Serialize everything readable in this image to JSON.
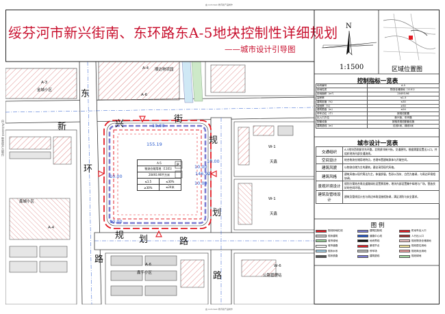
{
  "header": {
    "title": "绥芬河市新兴街南、东环路东A-5地块控制性详细规划",
    "subtitle": "——城市设计引导图",
    "top_note": "由 Autodesk 教育版产品制作",
    "side_note": "由 Autodesk 教育版产品制作",
    "bottom_note": "由 Autodesk 教育版产品制作"
  },
  "compass": {
    "north_label": "N",
    "scale": "1:1500",
    "icon": "north-arrow-icon"
  },
  "location_map": {
    "label": "区域位置图"
  },
  "indicator_table": {
    "title": "控制指标一览表",
    "rows": [
      {
        "label": "地块编号",
        "value": "A-5"
      },
      {
        "label": "用地性质",
        "value": "物流仓储用地（1101）"
      },
      {
        "label": "用地面积（m²）",
        "value": "20493.96"
      },
      {
        "label": "容积率",
        "value": "≤1.5"
      },
      {
        "label": "建筑密度（%）",
        "value": "≤30"
      },
      {
        "label": "绿地率（%）",
        "value": "≥30"
      },
      {
        "label": "建筑限高（m）",
        "value": "≤24"
      },
      {
        "label": "停车泊位（个）",
        "value": "按规范配置"
      },
      {
        "label": "出入口方位",
        "value": "新兴街、东环路"
      },
      {
        "label": "配套设施",
        "value": "按相关规范配套设施"
      },
      {
        "label": "建筑退线（m）",
        "value": "红线5米、绿线5米"
      }
    ]
  },
  "guide_table": {
    "title": "城市设计一览表",
    "rows": [
      {
        "label": "交通组织",
        "text": "A-5地块西侧紧邻东环路，北侧紧邻新兴街，交通便利。根据需要设置出入口，并组织地块内部交通流线。"
      },
      {
        "label": "空间设计",
        "text": "结合物流仓储用地特点，合理布置建筑群体与开敞空间。"
      },
      {
        "label": "建筑风貌",
        "text": "以物流仓储为主的建筑，建议采用现代风格。"
      },
      {
        "label": "建筑风格",
        "text": "建筑风格以现代简洁为主，体量舒展，色彩以浅灰、白色为基调，与周边环境相协调。"
      },
      {
        "label": "景观环境设计",
        "text": "规划方案结合周边道路绿化设置景观带，地块内部设置集中绿地与广场，营造良好的空间环境。"
      },
      {
        "label": "建筑及管线设计",
        "text": "建筑及管线设计应与周边市政设施相协调，满足消防与安全要求。"
      }
    ]
  },
  "legend": {
    "title": "图 例",
    "items": [
      {
        "label": "规划用地红线",
        "swatch": "#e31b23"
      },
      {
        "label": "建筑控制线",
        "swatch": "#7a7ad0"
      },
      {
        "label": "机动车出入口",
        "swatch": "#e31b23"
      },
      {
        "label": "现状建筑",
        "swatch": "#cfcfcf"
      },
      {
        "label": "道路中心线",
        "swatch": "#2255cc"
      },
      {
        "label": "人行出入口",
        "swatch": "#a03030"
      },
      {
        "label": "城市绿地",
        "swatch": "#9ed39e"
      },
      {
        "label": "地块界线",
        "swatch": "#111111"
      },
      {
        "label": "规划物流仓储用地",
        "swatch": "#f0c8c8"
      },
      {
        "label": "城市道路",
        "swatch": "#ffffff"
      },
      {
        "label": "景观节点",
        "swatch": "#e31b23"
      },
      {
        "label": "规划居住用地",
        "swatch": "#f5e8a0"
      },
      {
        "label": "现状水系",
        "swatch": "#a8d8f0"
      },
      {
        "label": "停车场",
        "swatch": "#bbbbbb"
      },
      {
        "label": "规划商业用地",
        "swatch": "#f0a0a0"
      },
      {
        "label": "现状铁路",
        "swatch": "#555555"
      },
      {
        "label": "建筑退线",
        "swatch": "#7a7ad0"
      },
      {
        "label": "规划绿地",
        "swatch": "#9ed39e"
      }
    ]
  },
  "map": {
    "streets": {
      "xinxing": [
        "新",
        "兴",
        "街"
      ],
      "donghuan": [
        "东",
        "环",
        "路"
      ],
      "guihua": [
        "规",
        "划",
        "路"
      ],
      "guihua_bottom": [
        "规",
        "划",
        "路"
      ]
    },
    "parcel_labels": [
      {
        "id": "a3",
        "text": "A-3"
      },
      {
        "id": "a3-name",
        "text": "金城小区"
      },
      {
        "id": "a4-top",
        "text": "A-4"
      },
      {
        "id": "a4-top-name",
        "text": "顺达物流园"
      },
      {
        "id": "a6",
        "text": "A-6"
      },
      {
        "id": "w1",
        "text": "W-1"
      },
      {
        "id": "w1-name",
        "text": "天鑫"
      },
      {
        "id": "w1b",
        "text": "W-1"
      },
      {
        "id": "w1b-name",
        "text": "天鑫"
      },
      {
        "id": "a4",
        "text": "A-4"
      },
      {
        "id": "xincheng",
        "text": "鑫城小区"
      },
      {
        "id": "a6b",
        "text": "A-6"
      },
      {
        "id": "xinyu",
        "text": "鑫宇小区"
      },
      {
        "id": "w6",
        "text": "W-6"
      },
      {
        "id": "gonglu",
        "text": "公路管理站"
      }
    ],
    "centerline_labels": [
      "155.19",
      "10.00",
      "10.00",
      "10.00",
      "10.00",
      "10.00",
      "146.92",
      "10.00"
    ],
    "site_info": {
      "id": "A-5",
      "use": "物流仓储用地（1101）",
      "area": "20493.96平方米",
      "far": "≤1.5",
      "density": "≤30%",
      "green": "≥30%",
      "height": "≤24米",
      "parking_label": "P"
    }
  },
  "colors": {
    "red": "#e31b23",
    "blue": "#2255cc",
    "purple": "#7a7ad0",
    "hatch": "#d88",
    "building": "#d9d9d9"
  }
}
